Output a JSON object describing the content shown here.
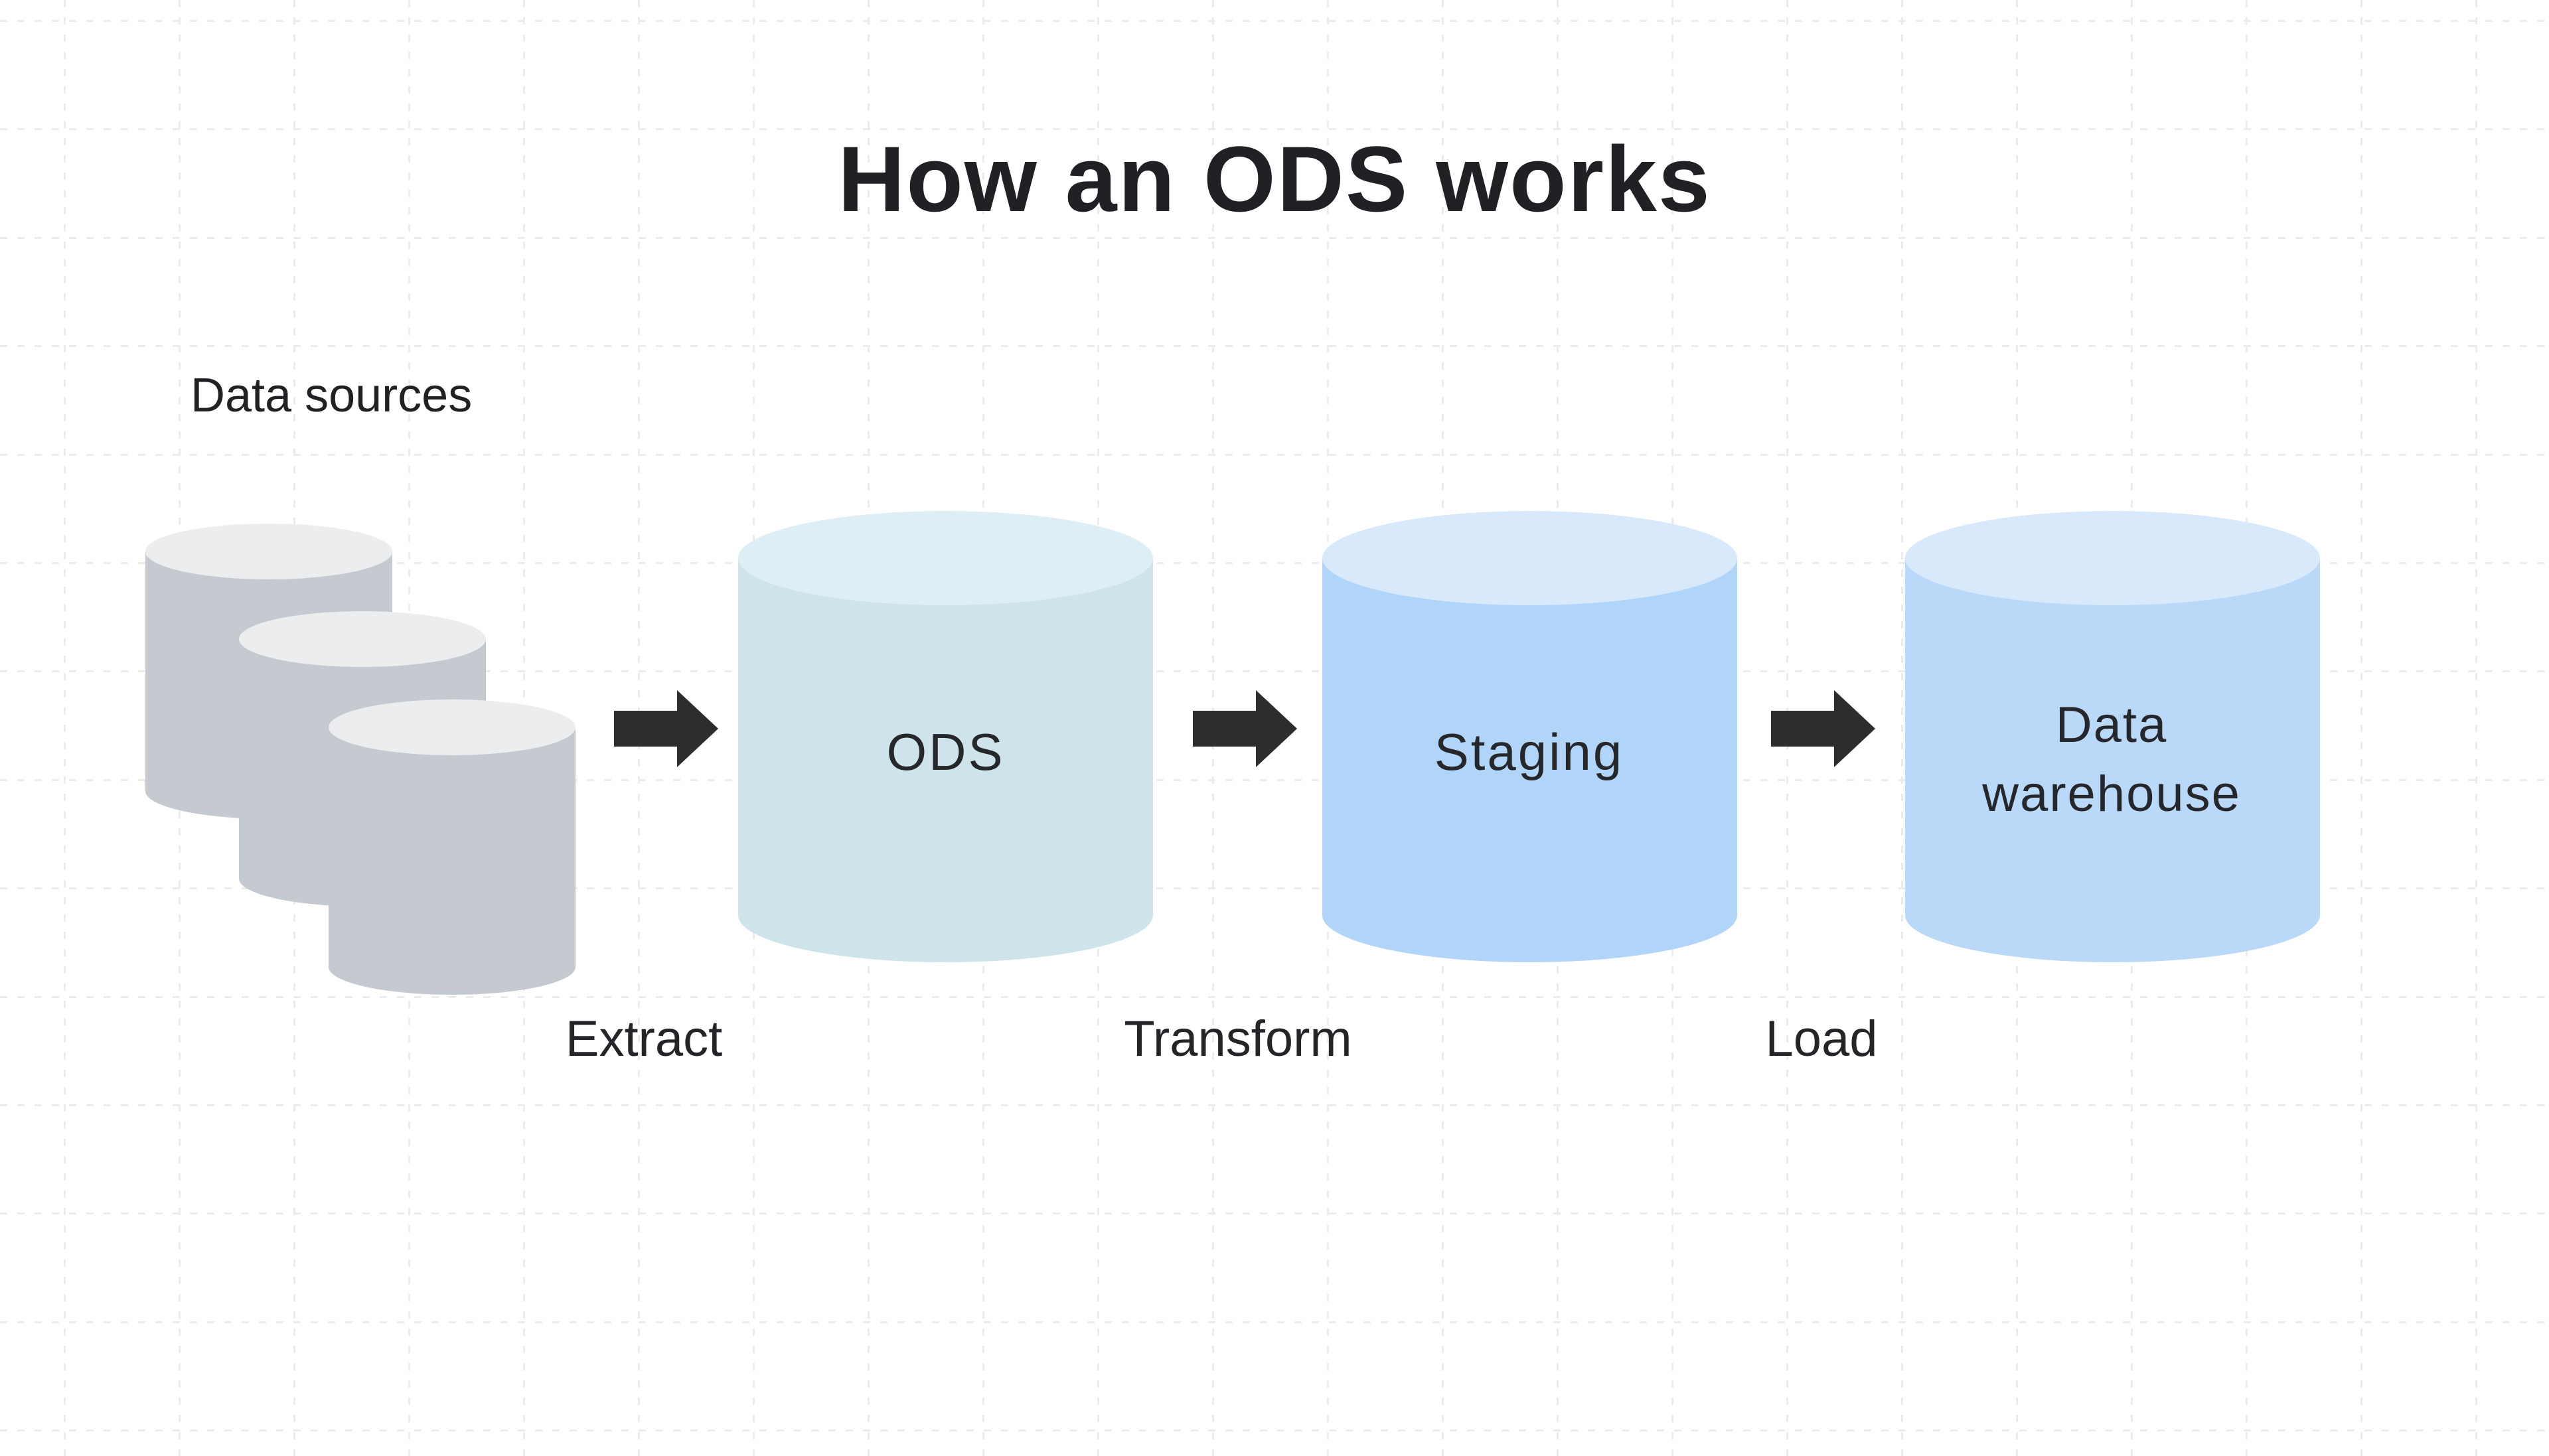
{
  "diagram": {
    "title": "How an ODS works",
    "sources_label": "Data sources",
    "nodes": [
      {
        "id": "ods",
        "label": "ODS"
      },
      {
        "id": "staging",
        "label": "Staging"
      },
      {
        "id": "warehouse",
        "label": "Data warehouse"
      }
    ],
    "steps": [
      {
        "label": "Extract"
      },
      {
        "label": "Transform"
      },
      {
        "label": "Load"
      }
    ],
    "colors": {
      "source_body": "#c5cad0",
      "source_top": "#ebedef",
      "ods_body": "#cee4ea",
      "ods_top": "#ddeef5",
      "staging_body": "#b1d5f8",
      "staging_top": "#d8e9fc",
      "warehouse_body": "#bad8f8",
      "warehouse_top": "#d8e9fc",
      "arrow": "#2e2d2d",
      "grid_line": "#ececec",
      "text": "#202124"
    }
  }
}
